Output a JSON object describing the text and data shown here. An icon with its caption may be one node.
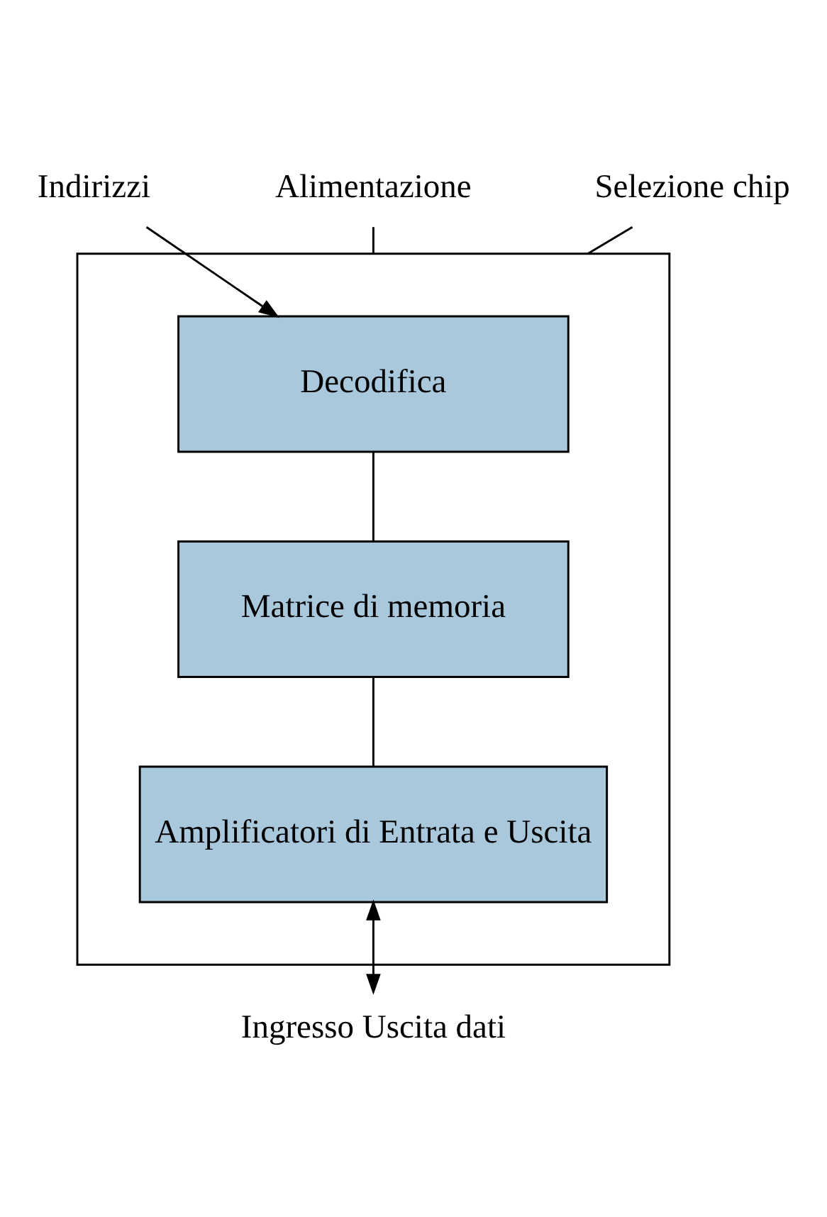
{
  "diagram": {
    "nodes": [
      {
        "text": [],
        "shape": "box"
      },
      {
        "text": [
          "Indirizzi"
        ]
      },
      {
        "text": [
          "Decodifica"
        ],
        "in": 0
      },
      {
        "text": [
          "Matrice di memoria"
        ],
        "in": 0
      },
      {
        "text": [
          "Amplificatori di Entrata e Uscita"
        ],
        "in": 0
      },
      {
        "text": [
          "Alimentazione"
        ]
      },
      {
        "text": [
          "Selezione chip"
        ]
      },
      {
        "text": [
          "Ingresso Uscita dati"
        ]
      }
    ],
    "edges": [
      {
        "from": 1,
        "to": 2,
        "arrow": "to"
      },
      {
        "from": 2,
        "to": 3,
        "arrow": "none"
      },
      {
        "from": 3,
        "to": 4,
        "arrow": "none"
      },
      {
        "from": 5,
        "to": 0,
        "arrow": "none"
      },
      {
        "from": 6,
        "to": 0,
        "arrow": "none"
      },
      {
        "from": 4,
        "to": 7,
        "arrow": "both"
      }
    ]
  }
}
